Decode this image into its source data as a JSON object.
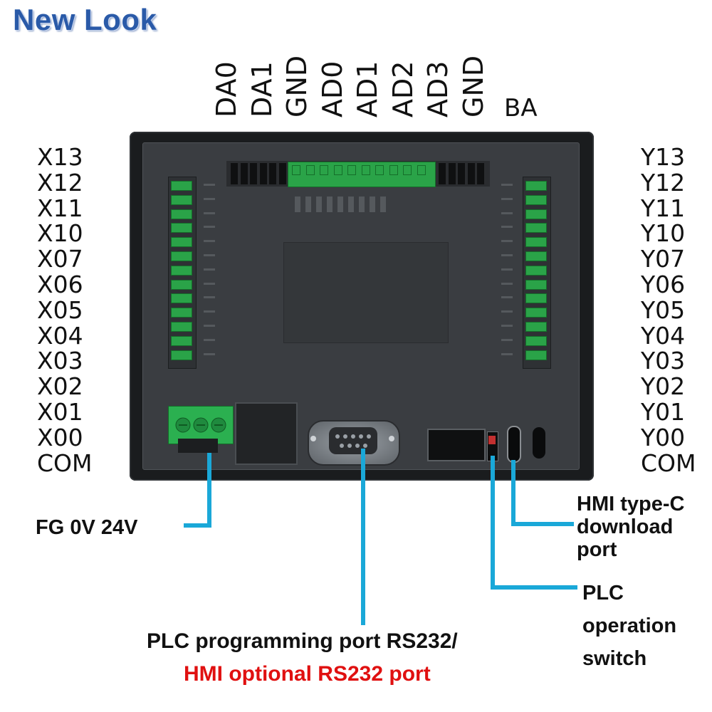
{
  "header": {
    "brand": "New Look"
  },
  "top_terminals": [
    "DA0",
    "DA1",
    "GND",
    "AD0",
    "AD1",
    "AD2",
    "AD3",
    "GND"
  ],
  "ba_label": "BA",
  "left_terminals": [
    "X13",
    "X12",
    "X11",
    "X10",
    "X07",
    "X06",
    "X05",
    "X04",
    "X03",
    "X02",
    "X01",
    "X00",
    "COM"
  ],
  "right_terminals": [
    "Y13",
    "Y12",
    "Y11",
    "Y10",
    "Y07",
    "Y06",
    "Y05",
    "Y04",
    "Y03",
    "Y02",
    "Y01",
    "Y00",
    "COM"
  ],
  "callouts": {
    "power": "FG 0V 24V",
    "hmi_typec": [
      "HMI type-C",
      "download",
      "port"
    ],
    "plc_switch": [
      "PLC",
      "operation",
      "switch"
    ],
    "rs232_line1": "PLC programming port RS232/",
    "rs232_line2": "HMI optional RS232 port"
  },
  "colors": {
    "wire": "#1aa8d8",
    "brand": "#2a5aa8",
    "terminal_green": "#2aa348",
    "warning_red": "#e01010",
    "housing": "#1a1c1e"
  }
}
